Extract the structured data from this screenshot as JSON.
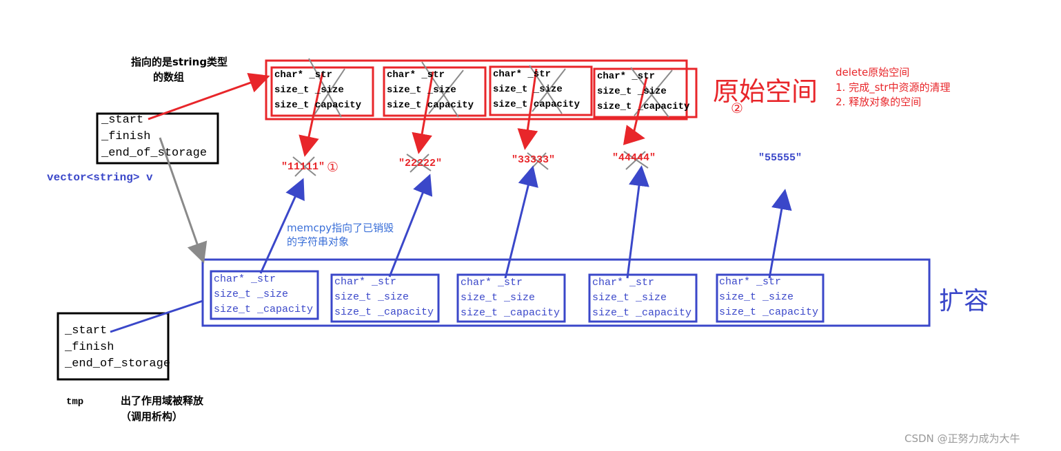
{
  "annotations": {
    "points_to_line1": "指向的是string类型",
    "points_to_line2": "的数组",
    "vector_label": "vector<string> v",
    "original_space": "原始空间",
    "expansion": "扩容",
    "delete_title": "delete原始空间",
    "delete_step1": "1. 完成_str中资源的清理",
    "delete_step2": "2. 释放对象的空间",
    "marker_1": "①",
    "marker_2": "②",
    "memcpy_line1": "memcpy指向了已销毁",
    "memcpy_line2": "的字符串对象",
    "tmp_label": "tmp",
    "scope_line1": "出了作用域被释放",
    "scope_line2": "（调用析构）",
    "watermark": "CSDN @正努力成为大牛"
  },
  "vector_fields": [
    "_start",
    "_finish",
    "_end_of_storage"
  ],
  "tmp_fields": [
    "_start",
    "_finish",
    "_end_of_storage"
  ],
  "string_fields": [
    "char* _str",
    "size_t _size",
    "size_t _capacity"
  ],
  "original_cells": [
    [
      "char* _str",
      "size_t _size",
      "size_t capacity"
    ],
    [
      "char* _str",
      "size_t _size",
      "size_t capacity"
    ],
    [
      "char* _str",
      "size_t _size",
      "size_t capacity"
    ],
    [
      "char* _str",
      "size_t _size",
      "size_t _capacity"
    ]
  ],
  "string_values": [
    "\"11111\"",
    "\"22222\"",
    "\"33333\"",
    "\"44444\"",
    "\"55555\""
  ],
  "colors": {
    "red": "#e8262a",
    "blue": "#3a47c9",
    "gray": "#8a8a8a",
    "black": "#000000",
    "annotation_red": "#e8262a",
    "memcpy_blue": "#3a6fd8"
  }
}
